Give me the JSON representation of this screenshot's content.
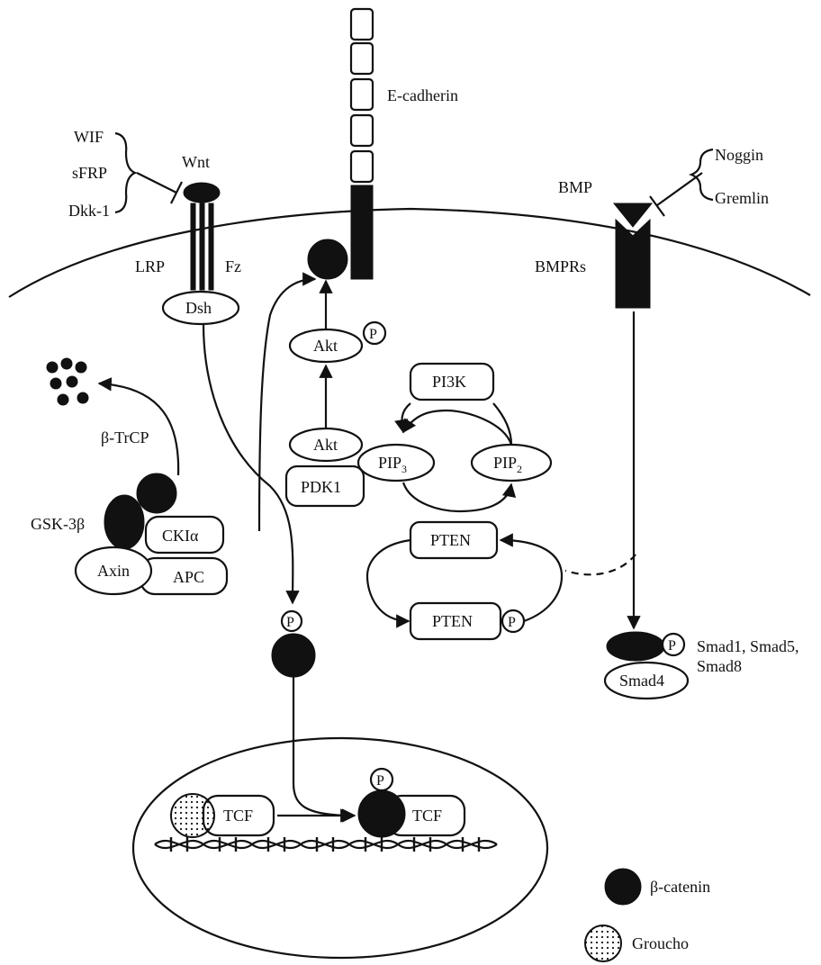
{
  "labels": {
    "ecadherin": "E-cadherin",
    "wif": "WIF",
    "sfrp": "sFRP",
    "dkk1": "Dkk-1",
    "wnt": "Wnt",
    "lrp": "LRP",
    "fz": "Fz",
    "dsh": "Dsh",
    "btrcp": "β-TrCP",
    "gsk3b": "GSK-3β",
    "ckia": "CKIα",
    "axin": "Axin",
    "apc": "APC",
    "akt_p": "Akt",
    "akt": "Akt",
    "pdk1": "PDK1",
    "pi3k": "PI3K",
    "pip3": "PIP",
    "pip3_sub": "3",
    "pip2": "PIP",
    "pip2_sub": "2",
    "pten": "PTEN",
    "pten_p": "PTEN",
    "bmp": "BMP",
    "noggin": "Noggin",
    "gremlin": "Gremlin",
    "bmprs": "BMPRs",
    "smad_line1": "Smad1, Smad5,",
    "smad_line2": "Smad8",
    "smad4": "Smad4",
    "tcf_left": "TCF",
    "tcf_right": "TCF",
    "phospho": "P"
  },
  "legend": {
    "beta_catenin": "β-catenin",
    "groucho": "Groucho"
  }
}
